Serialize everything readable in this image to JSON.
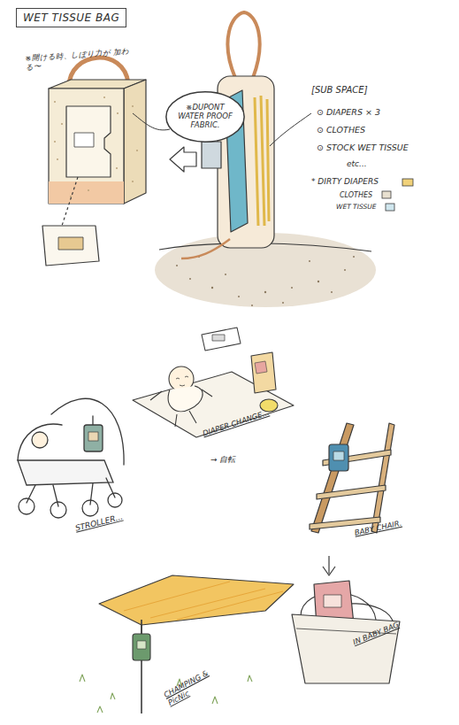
{
  "diagram": {
    "title": "WET TISSUE BAG",
    "nodes": [
      {
        "text": [
          "※DUPONT WATER PROOF FABRIC."
        ]
      }
    ],
    "labels": [
      "※開ける時、しぼり力が 加わる〜",
      "[SUB SPACE]",
      "⊙ DIAPERS × 3",
      "⊙ CLOTHES",
      "⊙ STOCK WET TISSUE",
      "etc...",
      "* DIRTY DIAPERS",
      "CLOTHES",
      "WET TISSUE",
      "DIAPER CHANGE...",
      "→ 自転",
      "STROLLER...",
      "BABY CHAIR.",
      "CHAMPING & PicNic",
      "IN BABY BAG"
    ]
  }
}
